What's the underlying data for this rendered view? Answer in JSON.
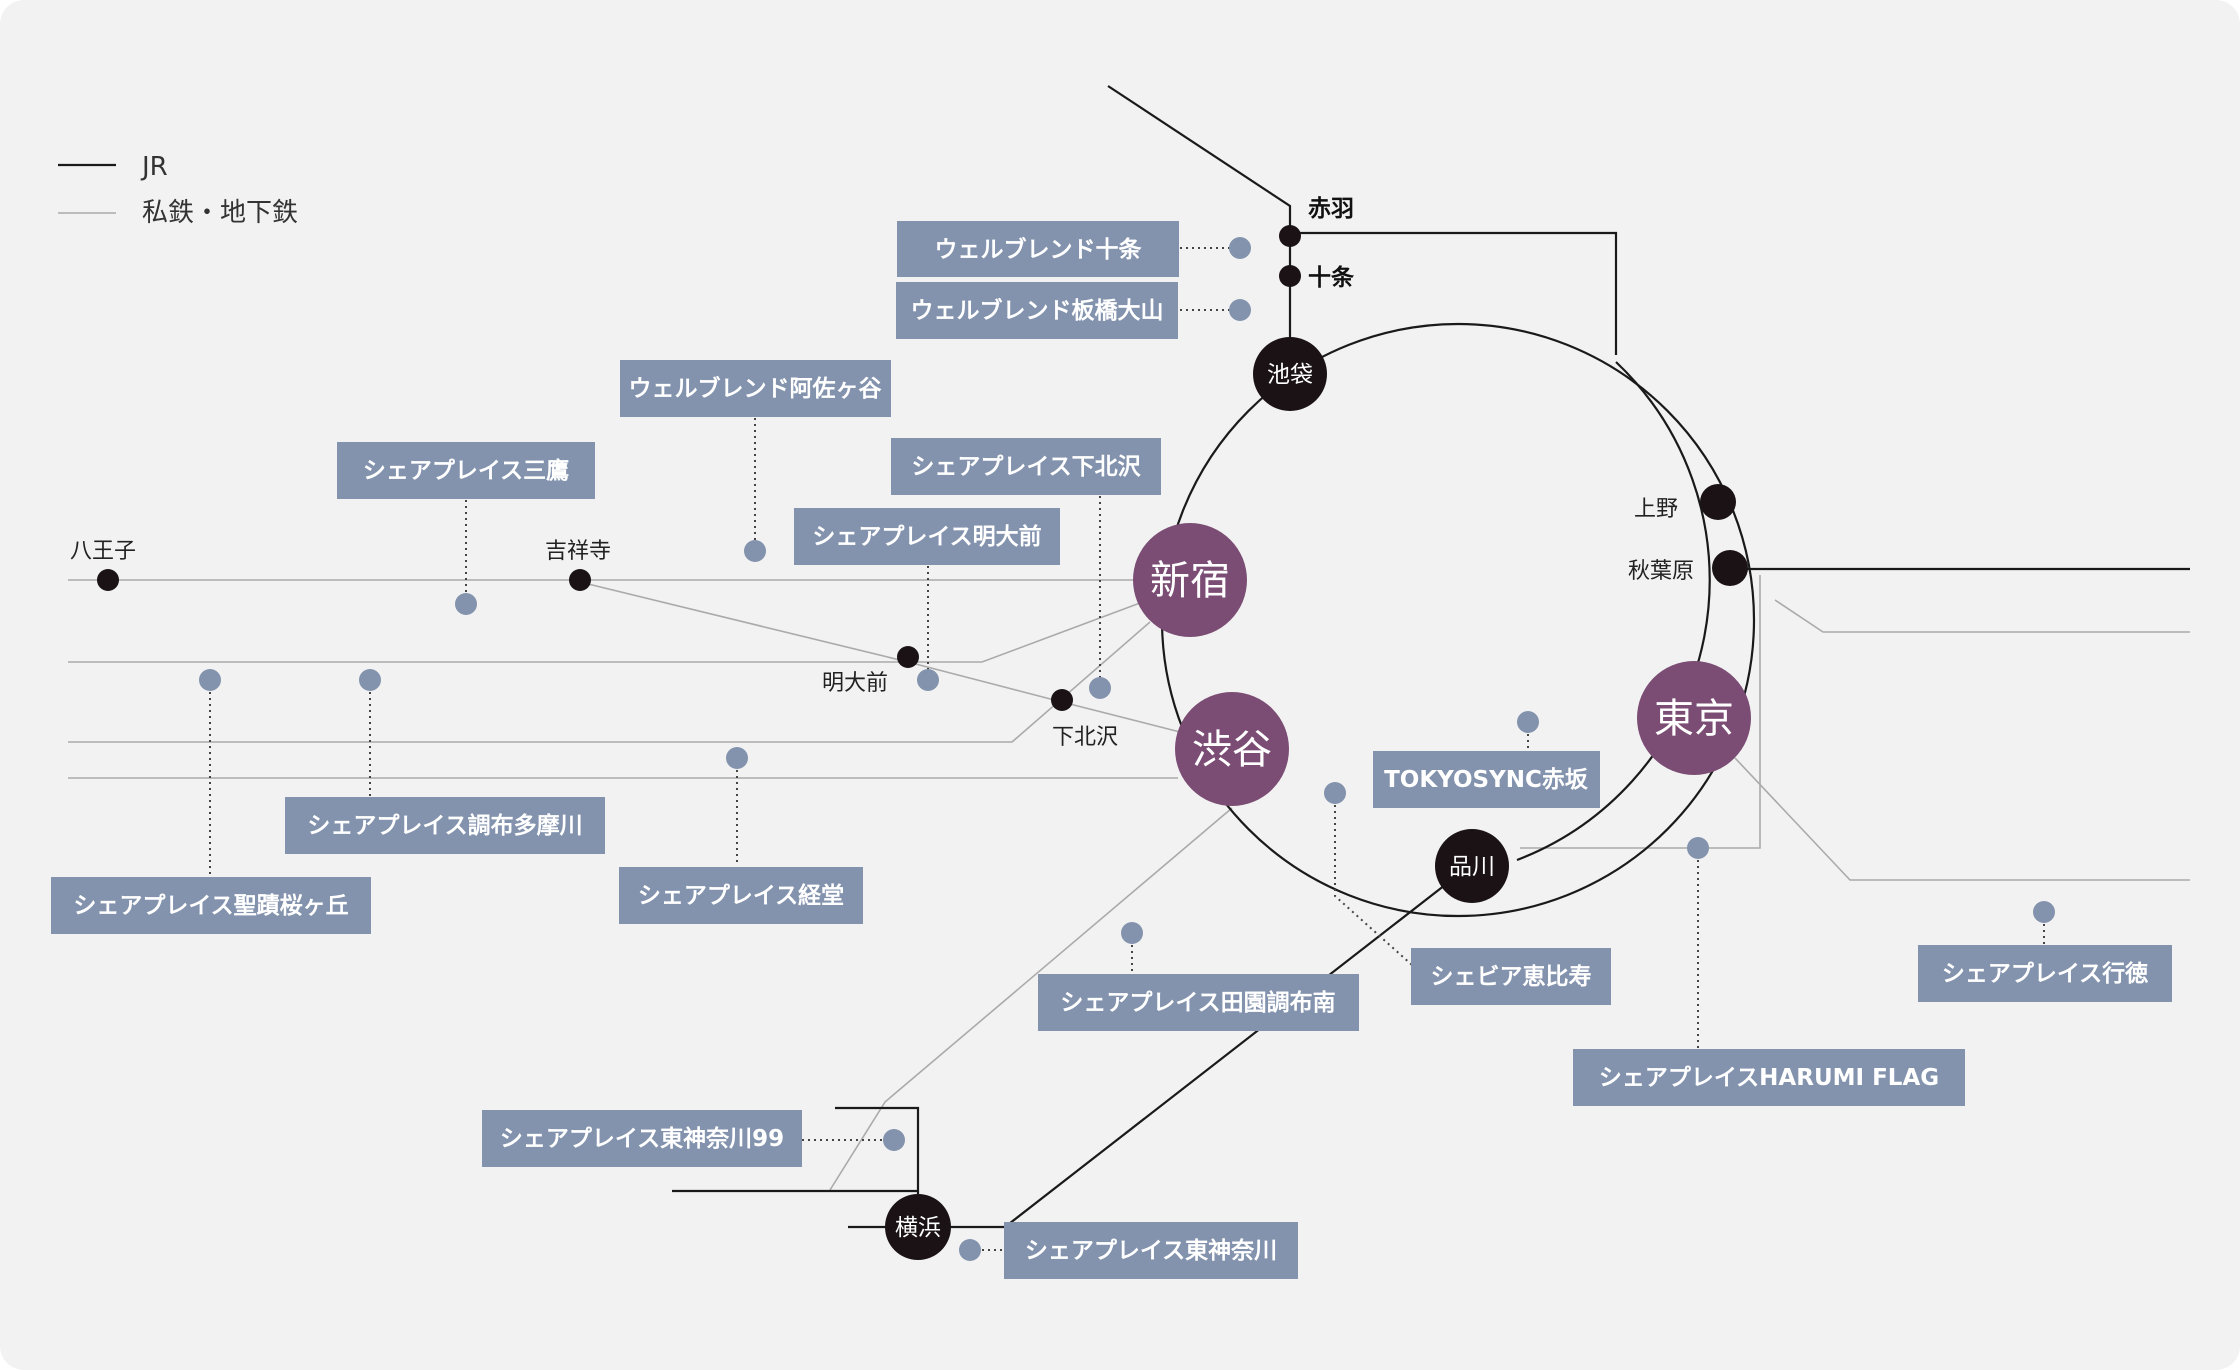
{
  "legend": {
    "jr_label": "JR",
    "private_label": "私鉄・地下鉄"
  },
  "colors": {
    "background": "#f2f2f2",
    "jr_line": "#1a1a1a",
    "private_line": "#aaaaaa",
    "hub_dark": "#1a1214",
    "hub_purple": "#7b4d74",
    "property_box": "#8393ad"
  },
  "stations": {
    "akabane": "赤羽",
    "jujo": "十条",
    "ikebukuro": "池袋",
    "ueno": "上野",
    "akihabara": "秋葉原",
    "hachioji": "八王子",
    "kichijoji": "吉祥寺",
    "meidaimae": "明大前",
    "shimokitazawa": "下北沢",
    "shinjuku": "新宿",
    "shibuya": "渋谷",
    "tokyo": "東京",
    "shinagawa": "品川",
    "yokohama": "横浜"
  },
  "properties": {
    "jujo": "ウェルブレンド十条",
    "itabashi": "ウェルブレンド板橋大山",
    "asagaya": "ウェルブレンド阿佐ヶ谷",
    "mitaka": "シェアプレイス三鷹",
    "shimokitazawa": "シェアプレイス下北沢",
    "meidaimae": "シェアプレイス明大前",
    "chofu": "シェアプレイス調布多摩川",
    "seiseki": "シェアプレイス聖蹟桜ヶ丘",
    "kyodo": "シェアプレイス経堂",
    "akasaka": "TOKYOSYNC赤坂",
    "ebisu": "シェビア恵比寿",
    "denenchofu": "シェアプレイス田園調布南",
    "gyotoku": "シェアプレイス行徳",
    "harumi": "シェアプレイスHARUMI FLAG",
    "higashikanagawa99": "シェアプレイス東神奈川99",
    "higashikanagawa": "シェアプレイス東神奈川"
  }
}
